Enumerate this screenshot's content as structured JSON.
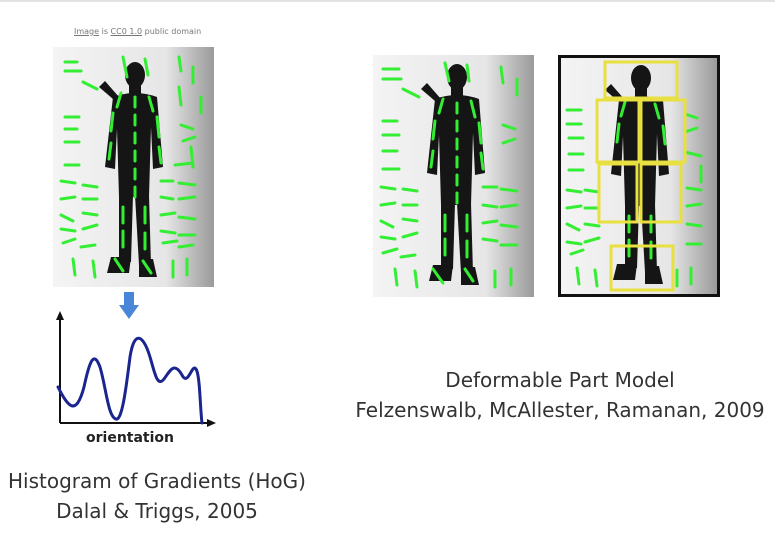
{
  "credit": {
    "link1": "Image",
    "mid": " is ",
    "link2": "CC0 1.0",
    "rest": " public domain"
  },
  "hog": {
    "axis_label": "orientation",
    "caption_line1": "Histogram of Gradients (HoG)",
    "caption_line2": "Dalal & Triggs, 2005"
  },
  "dpm": {
    "caption_line1": "Deformable Part Model",
    "caption_line2": "Felzenswalb, McAllester, Ramanan, 2009"
  },
  "colors": {
    "gradient_lines": "#33ee33",
    "part_boxes": "#e8e040",
    "arrow": "#4a86d8",
    "curve": "#1a2590",
    "caption_text": "#333333"
  }
}
